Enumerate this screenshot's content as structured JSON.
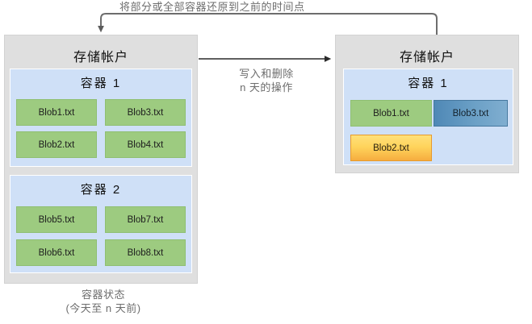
{
  "diagram": {
    "title_restore_flow": "将部分或全部容器还原到之前的时间点",
    "accounts": [
      {
        "id": "left",
        "label": "存储帐户",
        "containers": [
          {
            "label": "容器 1",
            "blobs": [
              {
                "name": "Blob1.txt",
                "state": "green"
              },
              {
                "name": "Blob3.txt",
                "state": "green"
              },
              {
                "name": "Blob2.txt",
                "state": "green"
              },
              {
                "name": "Blob4.txt",
                "state": "green"
              }
            ]
          },
          {
            "label": "容器 2",
            "blobs": [
              {
                "name": "Blob5.txt",
                "state": "green"
              },
              {
                "name": "Blob7.txt",
                "state": "green"
              },
              {
                "name": "Blob6.txt",
                "state": "green"
              },
              {
                "name": "Blob8.txt",
                "state": "green"
              }
            ]
          }
        ]
      },
      {
        "id": "right",
        "label": "存储帐户",
        "containers": [
          {
            "label": "容器 1",
            "blobs": [
              {
                "name": "Blob1.txt",
                "state": "green"
              },
              {
                "name": "Blob3.txt",
                "state": "blue"
              },
              {
                "name": "Blob2.txt",
                "state": "yellow"
              }
            ]
          }
        ]
      }
    ],
    "edge_labels": {
      "operations_line1": "写入和删除",
      "operations_line2": "n 天的操作",
      "state_line1": "容器状态",
      "state_line2": "(今天至 n 天前)"
    },
    "colors": {
      "panel_background": "#dfdfdf",
      "container_background": "#cfe0f7",
      "blob_green": "#9dcb80",
      "blob_blue": "#4f88b6",
      "blob_yellow": "#ffd45c",
      "connector": "#6d6d6d",
      "arrow_dark": "#303030",
      "label_text": "#6d6d6d"
    }
  }
}
